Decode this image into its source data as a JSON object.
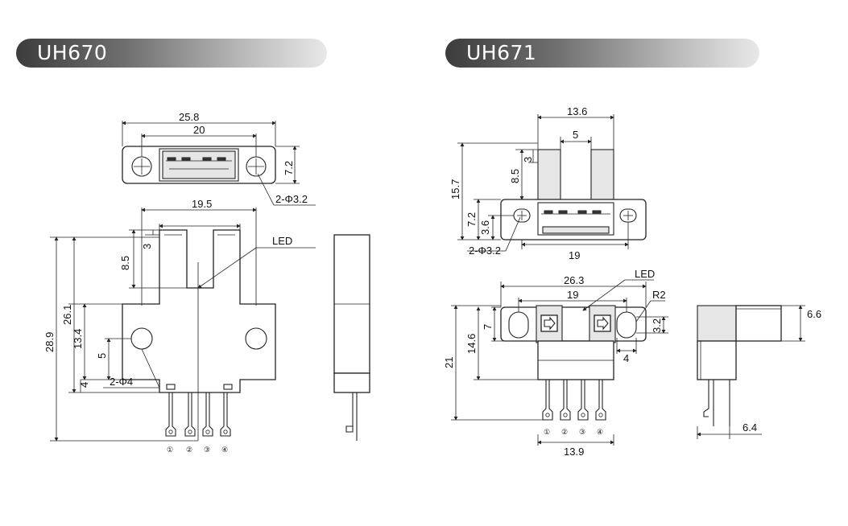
{
  "titles": {
    "left": "UH670",
    "right": "UH671"
  },
  "uh670": {
    "top_width": "25.8",
    "hole_spacing": "20",
    "height": "7.2",
    "holes": "2-Φ3.2",
    "slot_span": "19.5",
    "led": "LED",
    "slot_depth": "8.5",
    "slot_width": "3",
    "body_height": "26.1",
    "total_height": "28.9",
    "mid_height": "13.4",
    "hole_offset": "5",
    "bottom": "4",
    "mount_holes": "2-Φ4",
    "pins": [
      "①",
      "②",
      "③",
      "④"
    ]
  },
  "uh671": {
    "top_width": "13.6",
    "gap": "5",
    "slot_width": "3",
    "slot_depth": "8.5",
    "height": "15.7",
    "base_height": "7.2",
    "hole_height": "3.6",
    "holes": "2-Φ3.2",
    "base_width": "19",
    "led": "LED",
    "total_width": "26.3",
    "hole_spacing": "19",
    "radius": "R2",
    "slot_height": "3.2",
    "slot_len": "4",
    "side_height": "7",
    "body_height": "14.6",
    "total_height": "21",
    "bottom_width": "13.9",
    "side_depth": "6.6",
    "pin_offset": "6.4",
    "pins": [
      "①",
      "②",
      "③",
      "④"
    ]
  }
}
